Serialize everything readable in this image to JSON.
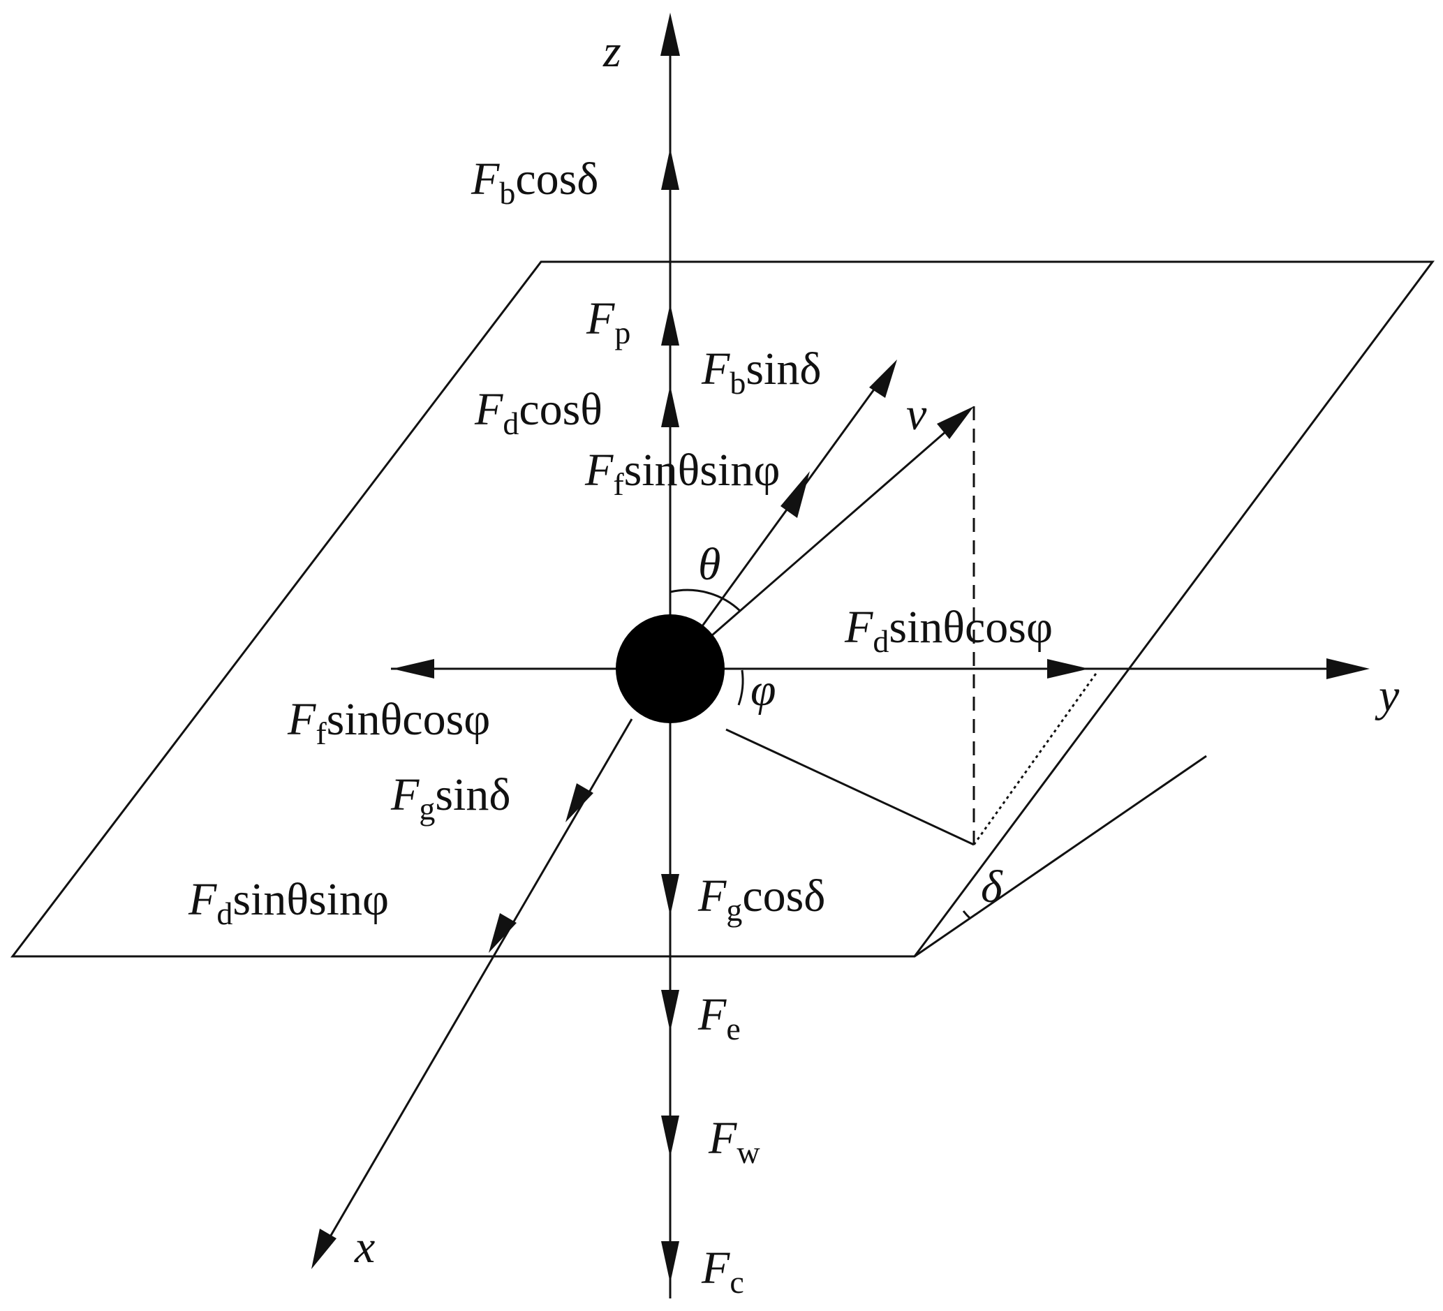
{
  "axes": {
    "x": "x",
    "y": "y",
    "z": "z",
    "v": "v"
  },
  "angles": {
    "theta": "θ",
    "phi": "φ",
    "delta": "δ"
  },
  "labels": {
    "fb_cos": {
      "F": "F",
      "sub": "b",
      "expr": "cosδ"
    },
    "fp": {
      "F": "F",
      "sub": "p"
    },
    "fb_sin": {
      "F": "F",
      "sub": "b",
      "expr": "sinδ"
    },
    "fd_cos_theta": {
      "F": "F",
      "sub": "d",
      "expr": "cosθ"
    },
    "ff_sin_sin": {
      "F": "F",
      "sub": "f",
      "expr": "sinθsinφ"
    },
    "fd_sin_cos": {
      "F": "F",
      "sub": "d",
      "expr": "sinθcosφ"
    },
    "ff_sin_cos": {
      "F": "F",
      "sub": "f",
      "expr": "sinθcosφ"
    },
    "fg_sin": {
      "F": "F",
      "sub": "g",
      "expr": "sinδ"
    },
    "fd_sin_sin": {
      "F": "F",
      "sub": "d",
      "expr": "sinθsinφ"
    },
    "fg_cos": {
      "F": "F",
      "sub": "g",
      "expr": "cosδ"
    },
    "fe": {
      "F": "F",
      "sub": "e"
    },
    "fw": {
      "F": "F",
      "sub": "w"
    },
    "fc": {
      "F": "F",
      "sub": "c"
    }
  }
}
